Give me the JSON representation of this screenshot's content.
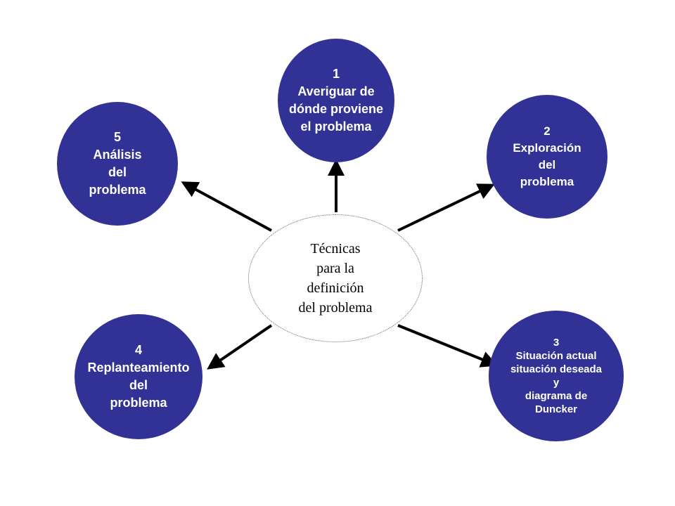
{
  "colors": {
    "node_fill": "#323296",
    "node_text": "#ffffff",
    "arrow": "#000000",
    "center_border": "#666666"
  },
  "center": {
    "lines": [
      "Técnicas",
      "para la",
      "definición",
      "del problema"
    ]
  },
  "nodes": [
    {
      "id": "1",
      "lines": [
        "1",
        "Averiguar de",
        "dónde proviene",
        "el problema"
      ]
    },
    {
      "id": "2",
      "lines": [
        "2",
        "Exploración",
        "del",
        "problema"
      ]
    },
    {
      "id": "3",
      "lines": [
        "3",
        "Situación actual",
        "situación deseada",
        "y",
        "diagrama de",
        "Duncker"
      ]
    },
    {
      "id": "4",
      "lines": [
        "4",
        "Replanteamiento",
        "del",
        "problema"
      ]
    },
    {
      "id": "5",
      "lines": [
        "5",
        "Análisis",
        "del",
        "problema"
      ]
    }
  ]
}
